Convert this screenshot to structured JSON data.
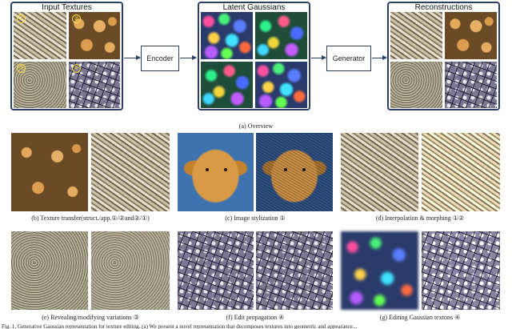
{
  "overview": {
    "input_title": "Input Textures",
    "latent_title": "Latent Gaussians",
    "recon_title": "Reconstructions",
    "encoder_label": "Encoder",
    "generator_label": "Generator",
    "input_markers": [
      "①",
      "②",
      "③",
      "④"
    ],
    "caption": "(a) Overview"
  },
  "subfigures": {
    "b": "(b) Texture transfer(struct./app.①/②and②/①)",
    "c": "(c) Image stylization ①",
    "d": "(d) Interpolation & morphing ①②",
    "e": "(e) Revealing/modifying variations ③",
    "f": "(f) Edit propagation ④",
    "g": "(g) Editing Gaussian textons ④"
  },
  "figure_caption": "Fig. 1. Generative Gaussian representation for texture editing. (a) We present a novel representation that decomposes textures into geometric and appearance..."
}
